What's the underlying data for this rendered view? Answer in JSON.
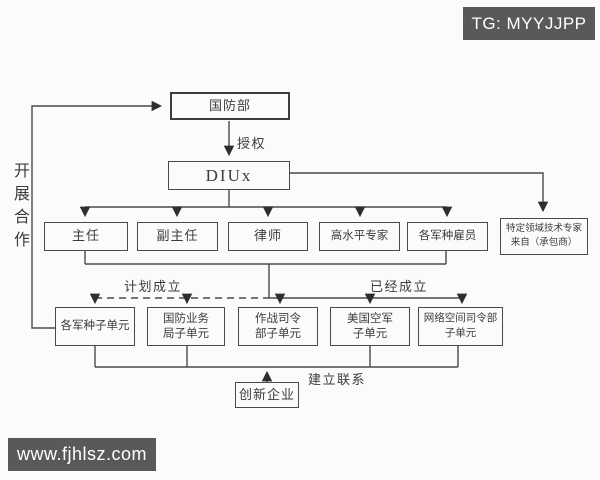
{
  "badges": {
    "top_right": "TG: MYYJJPP",
    "bottom_left": "www.fjhlsz.com"
  },
  "diagram": {
    "nodes": {
      "mod": {
        "label": "国防部"
      },
      "diux": {
        "label": "DIUx"
      },
      "director": {
        "label": "主任"
      },
      "deputy_director": {
        "label": "副主任"
      },
      "lawyer": {
        "label": "律师"
      },
      "high_level_experts": {
        "label": "高水平专家"
      },
      "service_employees": {
        "label": "各军种雇员"
      },
      "contractor_experts": {
        "line1": "特定领域技术专家",
        "line2": "来自（承包商）"
      },
      "service_subunit": {
        "label": "各军种子单元"
      },
      "defense_business_subunit": {
        "line1": "国防业务",
        "line2": "局子单元"
      },
      "combatant_command_subunit": {
        "line1": "作战司令",
        "line2": "部子单元"
      },
      "us_air_force_subunit": {
        "line1": "美国空军",
        "line2": "子单元"
      },
      "cyber_command_subunit": {
        "line1": "网络空间司令部",
        "line2": "子单元"
      },
      "innovation_enterprise": {
        "label": "创新企业"
      }
    },
    "edge_labels": {
      "authorize": "授权",
      "planned": "计划成立",
      "established": "已经成立",
      "build_contact": "建立联系",
      "cooperation": "开展合作"
    }
  },
  "colors": {
    "line": "#4a4a4a",
    "badge_bg": "#595959",
    "badge_text": "#ffffff",
    "background": "#fcfbf9"
  }
}
